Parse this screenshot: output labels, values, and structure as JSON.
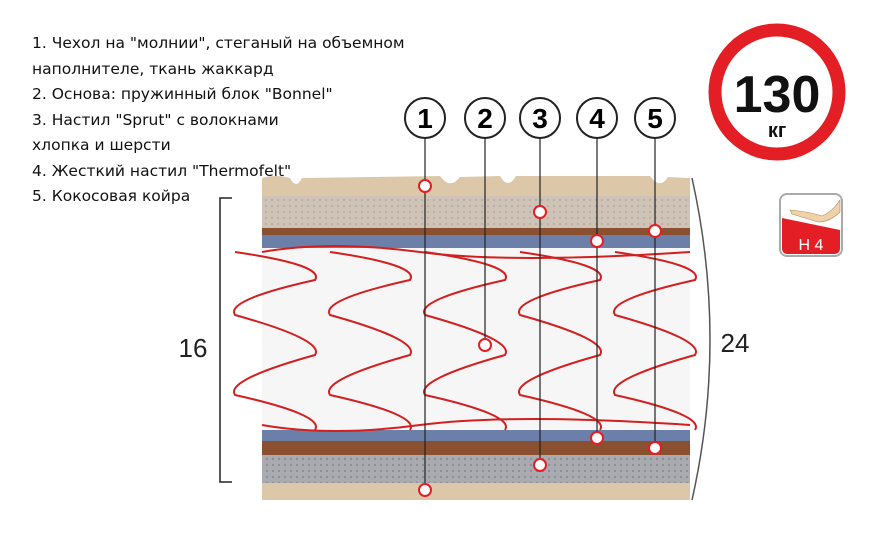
{
  "legend": [
    "1. Чехол на \"молнии\", стеганый на объемном",
    "наполнителе, ткань жаккард",
    "2. Основа:  пружинный блок \"Bonnel\"",
    "3. Настил \"Sprut\" с волокнами",
    "хлопка и шерсти",
    "4. Жесткий настил \"Thermofelt\"",
    "5. Кокосовая койра"
  ],
  "callouts": [
    "1",
    "2",
    "3",
    "4",
    "5"
  ],
  "dimensions": {
    "core_height": "16",
    "total_height": "24"
  },
  "load_badge": {
    "value": "130",
    "unit": "кг"
  },
  "firmness_badge": {
    "label": "H 4"
  },
  "colors": {
    "accent": "#e31e24",
    "cover": "#d9c3a5",
    "blue": "#6c7fa8",
    "brown": "#8a5030"
  }
}
